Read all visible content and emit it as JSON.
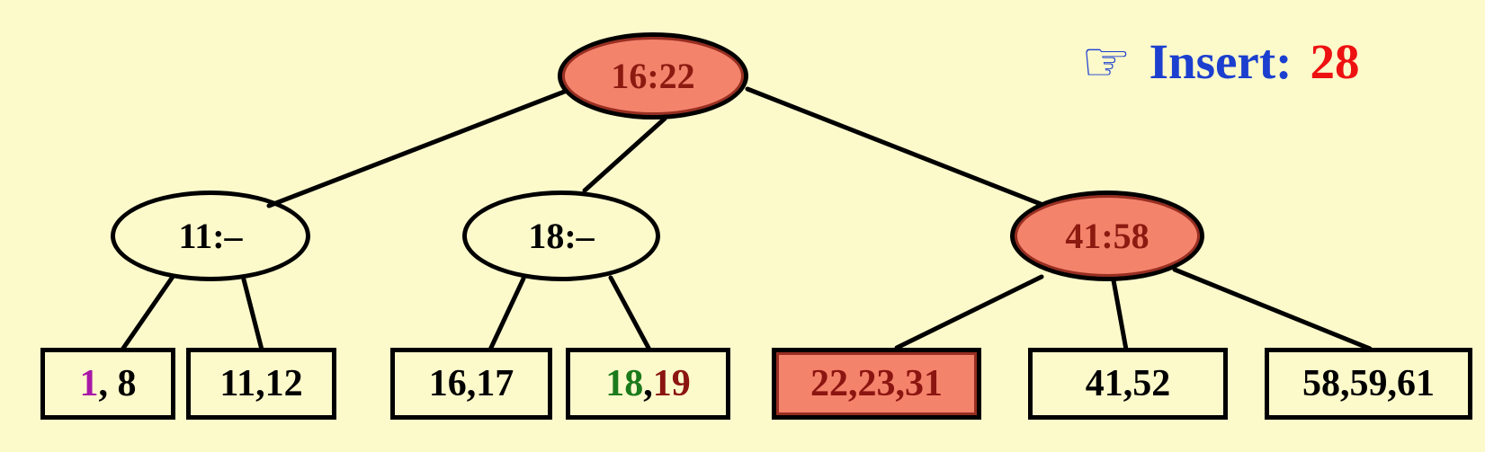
{
  "colors": {
    "background": "#fcf9cb",
    "highlight_fill": "#f4836c",
    "highlight_text": "#8b1a10",
    "node_border": "#000000",
    "edge": "#000000"
  },
  "annotation": {
    "pointer_icon": "☞",
    "label": "Insert:",
    "value": "28",
    "label_color": "#1c3fcf",
    "value_color": "#ee1111"
  },
  "tree": {
    "root": {
      "label": "16:22",
      "highlighted": true
    },
    "internal_nodes": [
      {
        "label": "11:–",
        "highlighted": false
      },
      {
        "label": "18:–",
        "highlighted": false
      },
      {
        "label": "41:58",
        "highlighted": true
      }
    ],
    "leaves": [
      {
        "highlighted": false,
        "segments": [
          {
            "text": "1",
            "color": "#a818a8"
          },
          {
            "text": ", 8",
            "color": "#000000"
          }
        ]
      },
      {
        "highlighted": false,
        "segments": [
          {
            "text": "11,12",
            "color": "#000000"
          }
        ]
      },
      {
        "highlighted": false,
        "segments": [
          {
            "text": "16,17",
            "color": "#000000"
          }
        ]
      },
      {
        "highlighted": false,
        "segments": [
          {
            "text": "18",
            "color": "#1b7a1b"
          },
          {
            "text": ",",
            "color": "#000000"
          },
          {
            "text": "19",
            "color": "#8b1510"
          }
        ]
      },
      {
        "highlighted": true,
        "segments": [
          {
            "text": "22,23,31",
            "color": "#8b1510"
          }
        ]
      },
      {
        "highlighted": false,
        "segments": [
          {
            "text": "41,52",
            "color": "#000000"
          }
        ]
      },
      {
        "highlighted": false,
        "segments": [
          {
            "text": "58,59,61",
            "color": "#000000"
          }
        ]
      }
    ]
  }
}
